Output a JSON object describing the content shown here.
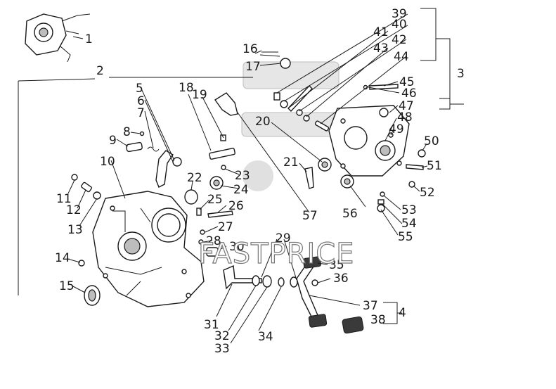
{
  "labels": [
    "1",
    "2",
    "3",
    "4",
    "5",
    "6",
    "7",
    "8",
    "9",
    "10",
    "11",
    "12",
    "13",
    "14",
    "15",
    "16",
    "17",
    "18",
    "19",
    "20",
    "21",
    "22",
    "23",
    "24",
    "25",
    "26",
    "27",
    "28",
    "29",
    "30",
    "31",
    "32",
    "33",
    "34",
    "35",
    "36",
    "37",
    "38",
    "39",
    "40",
    "41",
    "42",
    "43",
    "44",
    "45",
    "46",
    "47",
    "48",
    "49",
    "50",
    "51",
    "52",
    "53",
    "54",
    "55",
    "56",
    "57"
  ],
  "watermark": "FASTPRICE"
}
